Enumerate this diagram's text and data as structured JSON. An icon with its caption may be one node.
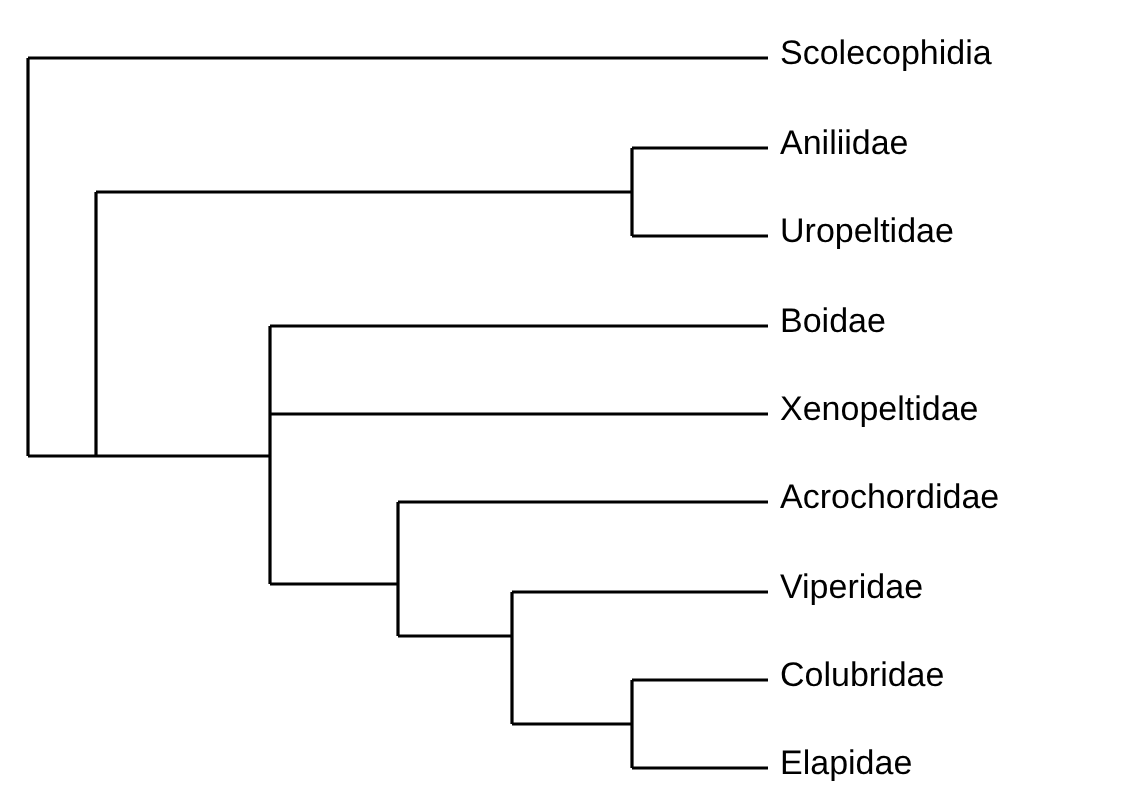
{
  "diagram": {
    "labels": [
      "Scolecophidia",
      "Aniliidae",
      "Uropeltidae",
      "Boidae",
      "Xenopeltidae",
      "Acrochordidae",
      "Viperidae",
      "Colubridae",
      "Elapidae"
    ]
  }
}
